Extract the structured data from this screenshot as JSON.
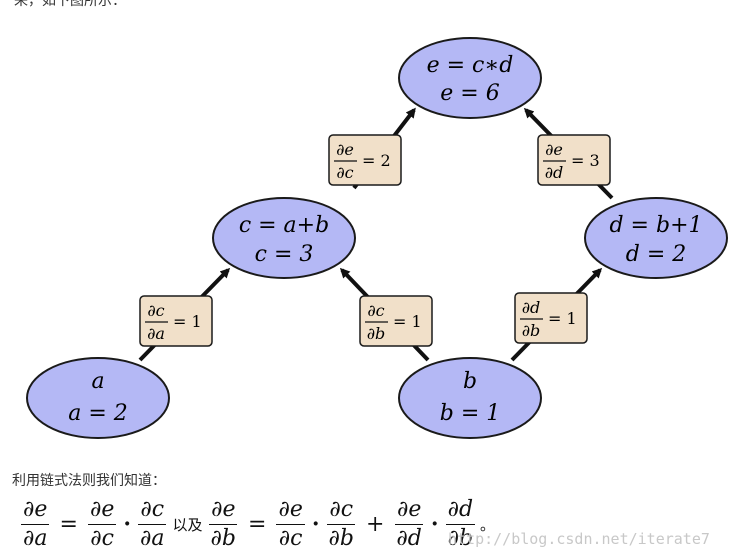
{
  "top_caption": "来，如下图所示：",
  "nodes": {
    "e": {
      "line1": "e = c∗d",
      "line2": "e = 6"
    },
    "c": {
      "line1": "c = a+b",
      "line2": "c = 3"
    },
    "d": {
      "line1": "d = b+1",
      "line2": "d = 2"
    },
    "a": {
      "line1": "a",
      "line2": "a = 2"
    },
    "b": {
      "line1": "b",
      "line2": "b = 1"
    }
  },
  "edges": {
    "c_to_e": {
      "num": "∂e",
      "den": "∂c",
      "value": "= 2"
    },
    "d_to_e": {
      "num": "∂e",
      "den": "∂d",
      "value": "= 3"
    },
    "a_to_c": {
      "num": "∂c",
      "den": "∂a",
      "value": "= 1"
    },
    "b_to_c": {
      "num": "∂c",
      "den": "∂b",
      "value": "= 1"
    },
    "b_to_d": {
      "num": "∂d",
      "den": "∂b",
      "value": "= 1"
    }
  },
  "bottom_caption": "利用链式法则我们知道：",
  "formula": {
    "lhs1_num": "∂e",
    "lhs1_den": "∂a",
    "eq": "=",
    "t1a_num": "∂e",
    "t1a_den": "∂c",
    "dot": "·",
    "t1b_num": "∂c",
    "t1b_den": "∂a",
    "conj": "以及",
    "lhs2_num": "∂e",
    "lhs2_den": "∂b",
    "t2a_num": "∂e",
    "t2a_den": "∂c",
    "t2b_num": "∂c",
    "t2b_den": "∂b",
    "plus": "+",
    "t2c_num": "∂e",
    "t2c_den": "∂d",
    "t2d_num": "∂d",
    "t2d_den": "∂b",
    "period": "。"
  },
  "watermark": "http://blog.csdn.net/iterate7",
  "colors": {
    "node_fill": "#b4b8f5",
    "node_stroke": "#1a1a1a",
    "label_fill": "#f1e0c9",
    "label_stroke": "#1a1a1a",
    "arrow": "#111111"
  }
}
